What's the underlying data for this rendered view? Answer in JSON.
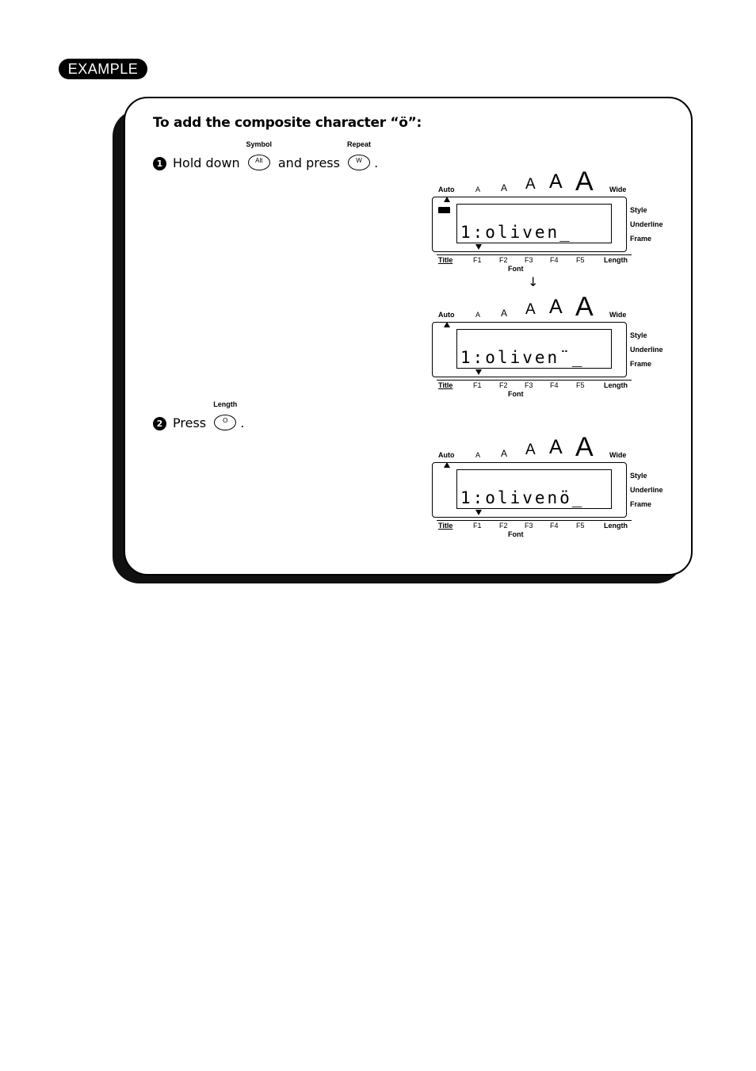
{
  "badge": "EXAMPLE",
  "heading": "To add the composite character “ö”:",
  "step1": {
    "number": "1",
    "text_before": "Hold down",
    "key1_label": "Symbol",
    "key1_face": "Alt",
    "text_middle": "and press",
    "key2_label": "Repeat",
    "key2_face": "W",
    "text_after": "."
  },
  "step2": {
    "number": "2",
    "text_before": "Press",
    "key_label": "Length",
    "key_face": "O",
    "text_after": "."
  },
  "arrow": "↓",
  "lcd_labels": {
    "auto": "Auto",
    "size_letters": [
      "A",
      "A",
      "A",
      "A",
      "A"
    ],
    "wide": "Wide",
    "style": "Style",
    "underline": "Underline",
    "frame": "Frame",
    "title": "Title",
    "f1": "F1",
    "f2": "F2",
    "f3": "F3",
    "f4": "F4",
    "f5": "F5",
    "length": "Length",
    "font": "Font"
  },
  "displays": [
    {
      "text": "1:oliven_",
      "show_block": true
    },
    {
      "text": "1:oliven¨_",
      "show_block": false
    },
    {
      "text": "1:olivenö_",
      "show_block": false
    }
  ]
}
